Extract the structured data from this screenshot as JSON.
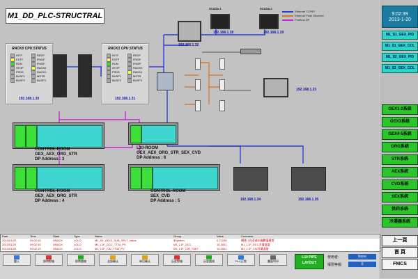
{
  "title": "M1_DD_PLC-STRUCTRAL",
  "clock": {
    "time": "9:02:39",
    "date": "2013-1-20"
  },
  "legend": [
    "Ethernet TCP/IP",
    "Ethernet Fiber Ethernet",
    "Profibus DP"
  ],
  "scada": [
    "SCADA-1",
    "SCADA-2"
  ],
  "cpu_panels": [
    {
      "title": "RACK0 CPU STATUS",
      "ip": "192.168.1.30",
      "left": [
        "INTF",
        "EXTF",
        "RUN",
        "STOP",
        "FRCE",
        "BUSF1",
        "BUSF2"
      ],
      "right": [
        "REDF",
        "IFM1F",
        "IFM2F",
        "RACK0",
        "RACK1",
        "MSTR",
        "BUSF3"
      ]
    },
    {
      "title": "RACK1 CPU STATUS",
      "ip": "192.168.1.31",
      "left": [
        "INTF",
        "EXTF",
        "RUN",
        "STOP",
        "FRCE",
        "BUSF1",
        "BUSF2"
      ],
      "right": [
        "REDF",
        "IFM1F",
        "IFM2F",
        "RACK0",
        "RACK1",
        "MSTR",
        "BUSF3"
      ]
    }
  ],
  "ips": {
    "panel_top": "192.168.1.32",
    "scada1": "192.168.1.18",
    "scada2": "192.168.1.19",
    "panel_right": "192.168.1.23",
    "plc1": "192.168.1.34",
    "plc2": "192.168.1.35"
  },
  "racks": {
    "r1": [
      "CONTROL-ROOM",
      "GEX_AEX_ORG_STR",
      "DP Address : 3"
    ],
    "r2": [
      "L10-ROOM",
      "GEX_AEX_ORG_STR_SEX_CVD",
      "DP Address : 6"
    ],
    "r3": [
      "CONTROL-ROOM",
      "GEX_AEX_ORG_STR",
      "DP Address : 4"
    ],
    "r4": [
      "CONTROL-ROOM",
      "SEX_CVD",
      "DP Address : 5"
    ]
  },
  "sidebar": {
    "cyan": [
      "M1_S1_GEX_PID",
      "M1_S1_GEX_COL",
      "M1_S2_GEX_PID",
      "M1_S2_GEX_COL"
    ],
    "green": [
      "GEX1-2系统",
      "GEX3系统",
      "GEX4-5系统",
      "ORG系统",
      "STR系统",
      "AEX系统",
      "CVD系统",
      "SEX系统",
      "供药系统",
      "冷凝器系统"
    ],
    "white": [
      "上一頁",
      "首 頁",
      "FMCS"
    ]
  },
  "alarm": {
    "headers": [
      "Date",
      "Time",
      "State",
      "Type",
      "Name",
      "Group",
      "Value",
      "Comment"
    ],
    "rows": [
      [
        "2013/01/20",
        "09:02:15",
        "UNACK",
        "LOLO",
        "M1_S1_AEX2_SUB_SPLT_Value",
        "$System",
        "0.72238",
        "補液-1向浮球水箱數值異常"
      ],
      [
        "2013/01/20",
        "09:02:15",
        "UNACK",
        "LOLO",
        "M1_L1F_DCC_TT34_PV",
        "M1_L1F_DCC",
        "15.3001",
        "M1_L1F_DCC冷凝温度"
      ],
      [
        "2013/01/20",
        "09:02:15",
        "UNACK",
        "LOLO",
        "M1_L1F_CW_TT34_PV",
        "M1_L1F_CW_TSET",
        "15.3001",
        "M1_L1F_CW冷凝温度"
      ]
    ]
  },
  "toolbar": [
    "重入",
    "即時警報",
    "即時曲線",
    "全部确认",
    "单页确认",
    "历史警報",
    "历史曲线",
    "PLC正常",
    "畫面列印"
  ],
  "layout_btn": [
    "L10 PIPE",
    "LAYOUT"
  ],
  "user": {
    "label": "使用者:",
    "value": "None",
    "level_label": "權限等級:",
    "level": "0"
  }
}
